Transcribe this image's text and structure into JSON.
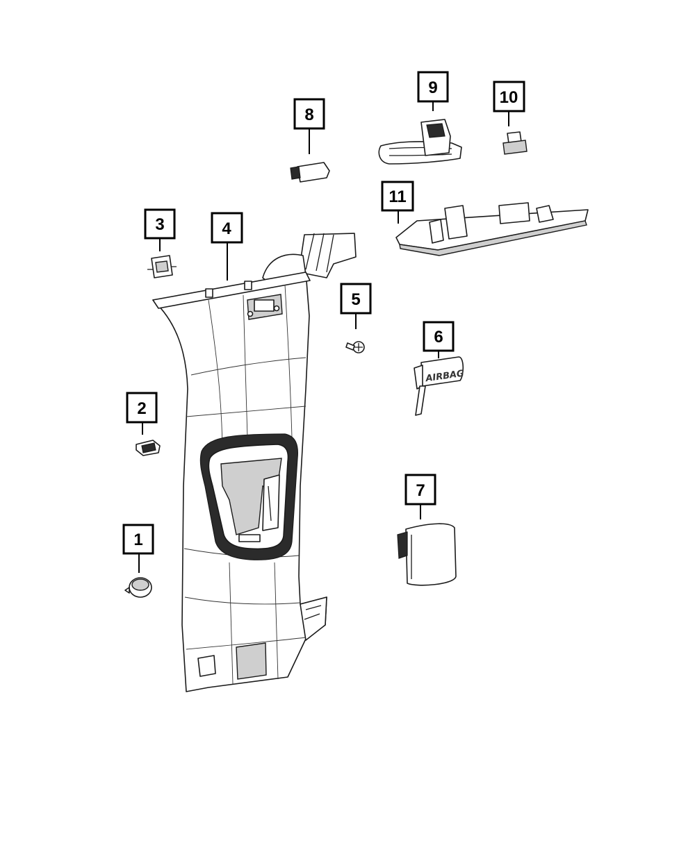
{
  "callouts": [
    {
      "id": "1",
      "label": "1"
    },
    {
      "id": "2",
      "label": "2"
    },
    {
      "id": "3",
      "label": "3"
    },
    {
      "id": "4",
      "label": "4"
    },
    {
      "id": "5",
      "label": "5"
    },
    {
      "id": "6",
      "label": "6"
    },
    {
      "id": "7",
      "label": "7"
    },
    {
      "id": "8",
      "label": "8"
    },
    {
      "id": "9",
      "label": "9"
    },
    {
      "id": "10",
      "label": "10"
    },
    {
      "id": "11",
      "label": "11"
    }
  ],
  "airbag_badge_text": "AIRBAG",
  "colors": {
    "line": "#1a1a1a",
    "fill": "#ffffff",
    "shade": "#cfcfcf",
    "dark": "#2b2b2b"
  }
}
